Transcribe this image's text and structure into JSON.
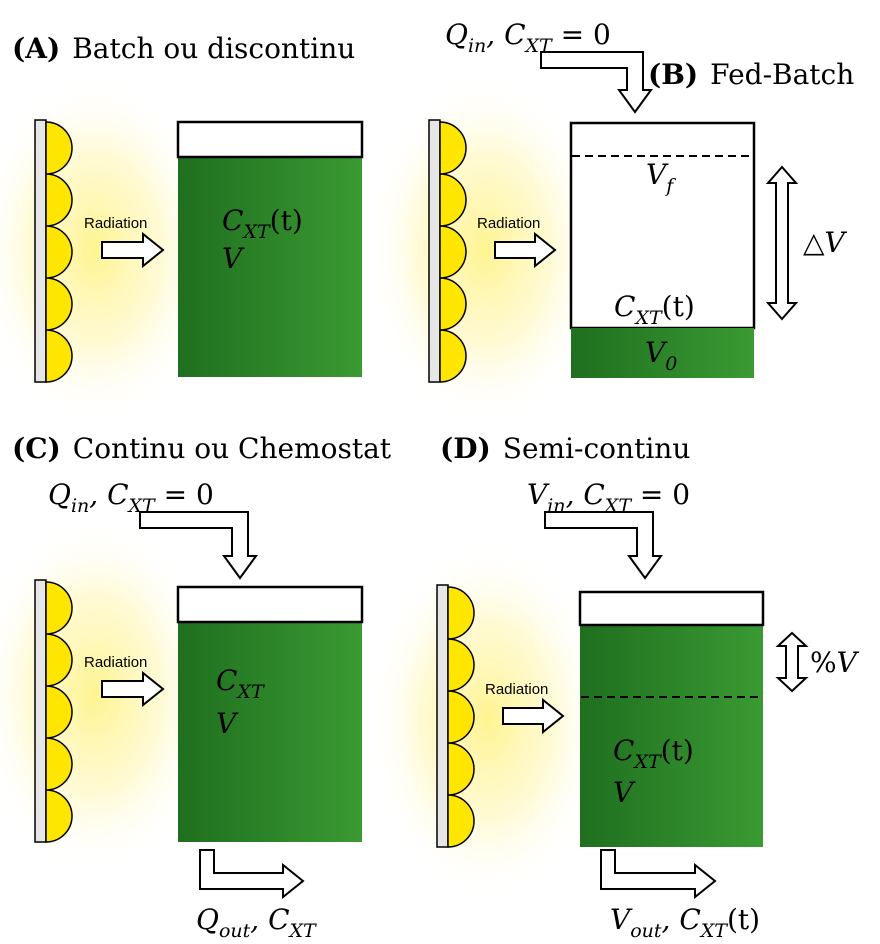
{
  "colors": {
    "culture_green_dark": "#1f6f1f",
    "culture_green_light": "#3a9a32",
    "lamp_yellow": "#ffe600",
    "glow_yellow": "#fff38a",
    "outline": "#000000"
  },
  "icons": {
    "lamp": "lamp-panel-icon",
    "arrow": "hollow-arrow-icon"
  },
  "panels": {
    "a": {
      "letter": "(A)",
      "title": "Batch ou discontinu",
      "radiation": "Radiation",
      "conc": {
        "base": "C",
        "sub": "XT",
        "rest": "(t)"
      },
      "volume": {
        "base": "V",
        "sub": ""
      }
    },
    "b": {
      "letter": "(B)",
      "title": "Fed-Batch",
      "radiation": "Radiation",
      "inflow": {
        "base": "Q",
        "sub": "in",
        "rest1": ", C",
        "sub2": "XT",
        "rest2": " = 0"
      },
      "vf": {
        "base": "V",
        "sub": "f"
      },
      "dv": {
        "sym": "△",
        "base": "V"
      },
      "conc": {
        "base": "C",
        "sub": "XT",
        "rest": "(t)"
      },
      "v0": {
        "base": "V",
        "sub": "0"
      }
    },
    "c": {
      "letter": "(C)",
      "title": "Continu ou Chemostat",
      "radiation": "Radiation",
      "inflow": {
        "base": "Q",
        "sub": "in",
        "rest1": ", C",
        "sub2": "XT",
        "rest2": " = 0"
      },
      "conc": {
        "base": "C",
        "sub": "XT"
      },
      "volume": {
        "base": "V"
      },
      "outflow": {
        "base": "Q",
        "sub": "out",
        "rest1": ", C",
        "sub2": "XT"
      }
    },
    "d": {
      "letter": "(D)",
      "title": "Semi-continu",
      "radiation": "Radiation",
      "inflow": {
        "base": "V",
        "sub": "in",
        "rest1": ", C",
        "sub2": "XT",
        "rest2": " = 0"
      },
      "pct": {
        "sym": "%",
        "base": "V"
      },
      "conc": {
        "base": "C",
        "sub": "XT",
        "rest": "(t)"
      },
      "volume": {
        "base": "V"
      },
      "outflow": {
        "base": "V",
        "sub": "out",
        "rest1": ", C",
        "sub2": "XT",
        "rest2": "(t)"
      }
    }
  }
}
